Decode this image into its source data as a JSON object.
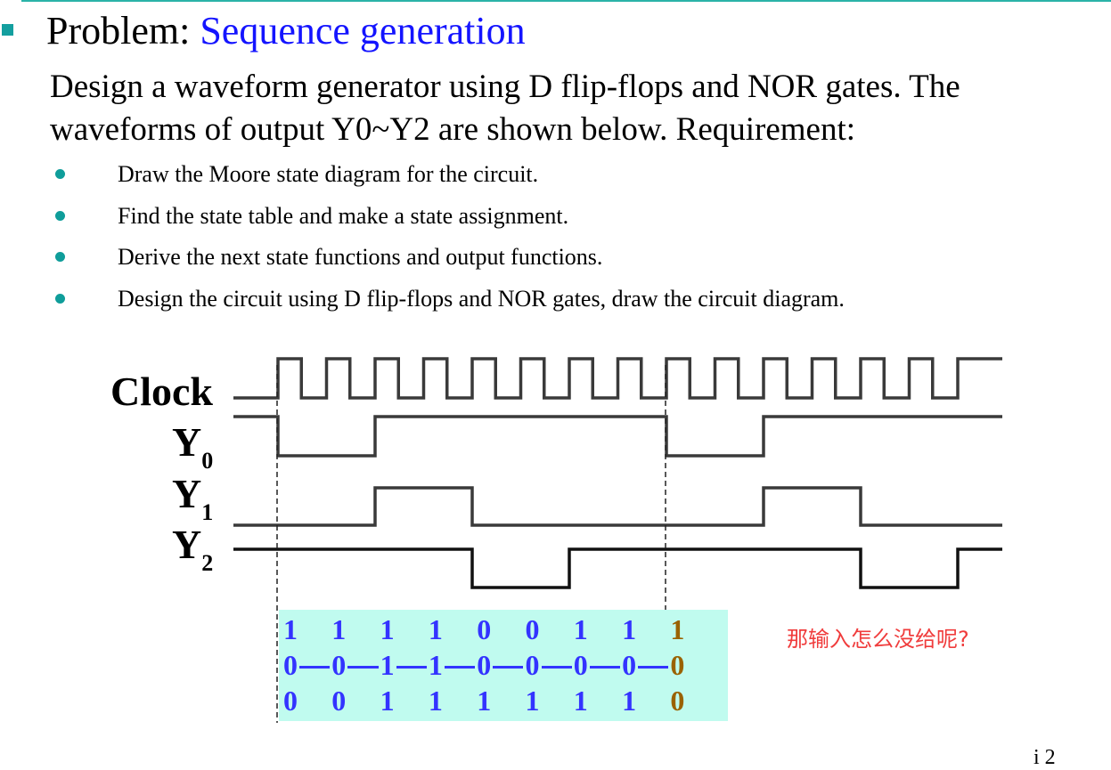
{
  "slide": {
    "title_prefix": "Problem: ",
    "title_accent": "Sequence generation",
    "description": "Design a waveform generator using D flip-flops and NOR gates. The waveforms of output Y0~Y2 are shown below.  Requirement:",
    "requirements": [
      "Draw the Moore state diagram for the circuit.",
      "Find the state table and make a state assignment.",
      "Derive the next state functions and output functions.",
      "Design the circuit using D flip-flops and NOR gates, draw the circuit diagram."
    ],
    "page_fragment": "i      2"
  },
  "waveform": {
    "labels": {
      "clock": "Clock",
      "y0": "Y",
      "y0_sub": "0",
      "y1": "Y",
      "y1_sub": "1",
      "y2": "Y",
      "y2_sub": "2"
    },
    "clock_rising_edges": 15,
    "signals": {
      "Y0": {
        "initial": 1,
        "levels_per_period": [
          0,
          0,
          1,
          1,
          1,
          1,
          1,
          1,
          0,
          0,
          1,
          1,
          1,
          1,
          1
        ]
      },
      "Y1": {
        "initial": 0,
        "levels_per_period": [
          0,
          0,
          1,
          1,
          0,
          0,
          0,
          0,
          0,
          0,
          1,
          1,
          0,
          0,
          0
        ]
      },
      "Y2": {
        "initial": 1,
        "levels_per_period": [
          1,
          1,
          1,
          1,
          0,
          0,
          1,
          1,
          1,
          1,
          1,
          1,
          0,
          0,
          1
        ]
      }
    },
    "marker_periods": [
      0,
      8
    ]
  },
  "sequence_table": {
    "rows": [
      [
        "1",
        "1",
        "1",
        "1",
        "0",
        "0",
        "1",
        "1",
        "1"
      ],
      [
        "0",
        "0",
        "1",
        "1",
        "0",
        "0",
        "0",
        "0",
        "0"
      ],
      [
        "0",
        "0",
        "1",
        "1",
        "1",
        "1",
        "1",
        "1",
        "0"
      ]
    ],
    "colors": {
      "normal": "#3333ff",
      "highlight": "#9a6200",
      "background": "#c0fbef"
    }
  },
  "annotation": {
    "text": "那输入怎么没给呢?",
    "color": "#f03c3c"
  }
}
